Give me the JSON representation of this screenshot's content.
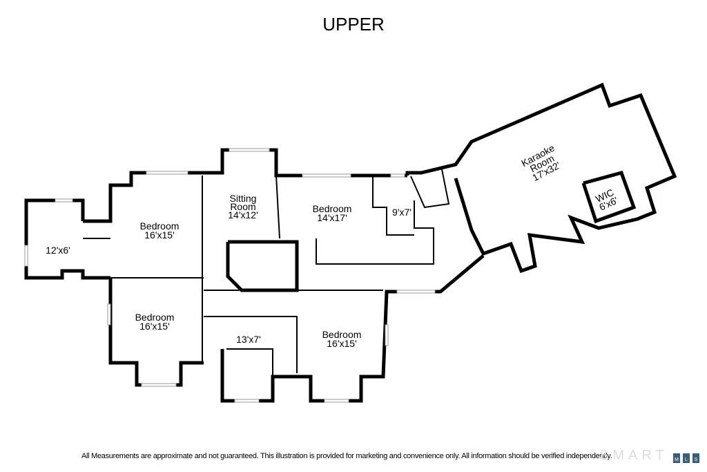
{
  "title": "UPPER",
  "rooms": {
    "sitting": {
      "name1": "Sitting",
      "name2": "Room",
      "size": "14'x12'"
    },
    "bedroom_nw": {
      "name": "Bedroom",
      "size": "16'x15'"
    },
    "bedroom_center": {
      "name": "Bedroom",
      "size": "14'x17'"
    },
    "bath_small": {
      "size": "9'x7'"
    },
    "bath_left": {
      "size": "12'x6'"
    },
    "bedroom_sw": {
      "name": "Bedroom",
      "size": "16'x15'"
    },
    "bath_center": {
      "size": "13'x7'"
    },
    "bedroom_se": {
      "name": "Bedroom",
      "size": "16'x15'"
    },
    "karaoke": {
      "name1": "Karaoke",
      "name2": "Room",
      "size": "17'x32'"
    },
    "wic": {
      "name": "WIC",
      "size": "6'x6'"
    }
  },
  "footer": "All Measurements are approximate and not guaranteed.  This illustration is provided for marketing and convenience only.  All information should be verified independently.",
  "logo": {
    "brand": "SMART",
    "letters": [
      "M",
      "L",
      "S"
    ]
  }
}
